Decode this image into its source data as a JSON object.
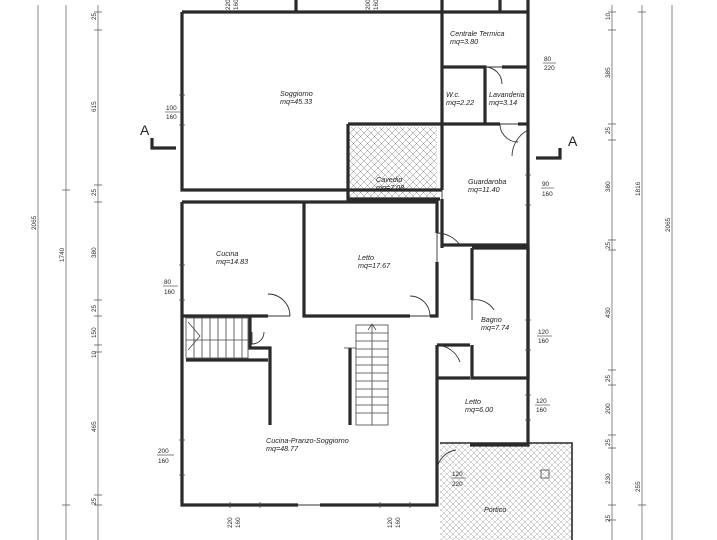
{
  "rooms": [
    {
      "name": "Soggiorno",
      "area": "mq=45.33"
    },
    {
      "name": "Centrale Termica",
      "area": "mq=3.80"
    },
    {
      "name": "W.c.",
      "area": "mq=2.22"
    },
    {
      "name": "Lavanderia",
      "area": "mq=3.14"
    },
    {
      "name": "Cavedio",
      "area": "mq=7.08"
    },
    {
      "name": "Guardaroba",
      "area": "mq=11.40"
    },
    {
      "name": "Cucina",
      "area": "mq=14.83"
    },
    {
      "name": "Letto",
      "area": "mq=17.67"
    },
    {
      "name": "Bagno",
      "area": "mq=7.74"
    },
    {
      "name": "Letto",
      "area": "mq=6.00"
    },
    {
      "name": "Cucina-Pranzo-Soggiorno",
      "area": "mq=48.77"
    },
    {
      "name": "Portico",
      "area": ""
    }
  ],
  "openings": [
    {
      "w": "100",
      "h": "160"
    },
    {
      "w": "80",
      "h": "220"
    },
    {
      "w": "90",
      "h": "160"
    },
    {
      "w": "80",
      "h": "160"
    },
    {
      "w": "120",
      "h": "160"
    },
    {
      "w": "120",
      "h": "160"
    },
    {
      "w": "200",
      "h": "160"
    },
    {
      "w": "120",
      "h": "220"
    },
    {
      "w": "220",
      "h": "160"
    },
    {
      "w": "120",
      "h": "160"
    }
  ],
  "top_openings": [
    {
      "w": "220",
      "h": "160"
    },
    {
      "w": "200",
      "h": "160"
    }
  ],
  "section_marks": [
    "A",
    "A"
  ],
  "left_dims": {
    "outer": "2065",
    "mid": "1740",
    "segments": [
      "25",
      "615",
      "25",
      "380",
      "25",
      "150",
      "10",
      "465",
      "25"
    ]
  },
  "right_dims": {
    "outer": "2065",
    "mid": "1816",
    "segments": [
      "10",
      "385",
      "25",
      "380",
      "25",
      "430",
      "25",
      "200",
      "25",
      "230",
      "255",
      "25"
    ]
  }
}
